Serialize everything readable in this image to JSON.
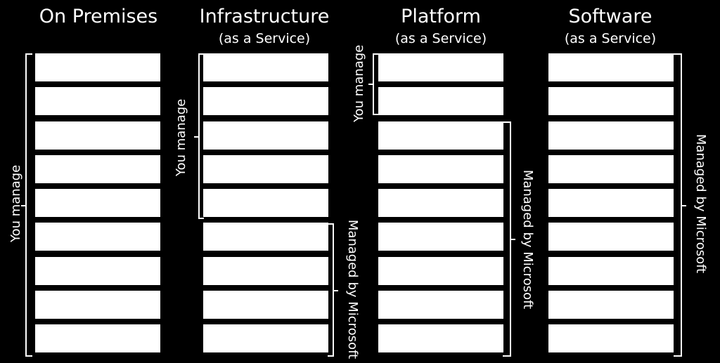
{
  "columns": [
    {
      "title": "On Premises",
      "subtitle": "",
      "boxes": 9
    },
    {
      "title": "Infrastructure",
      "subtitle": "(as a Service)",
      "boxes": 9
    },
    {
      "title": "Platform",
      "subtitle": "(as a Service)",
      "boxes": 9
    },
    {
      "title": "Software",
      "subtitle": "(as a Service)",
      "boxes": 9
    }
  ],
  "labels": {
    "you_manage": "You manage",
    "managed_by_microsoft": "Managed by Microsoft"
  },
  "colors": {
    "background": "#000000",
    "box": "#ffffff",
    "text": "#ffffff"
  }
}
